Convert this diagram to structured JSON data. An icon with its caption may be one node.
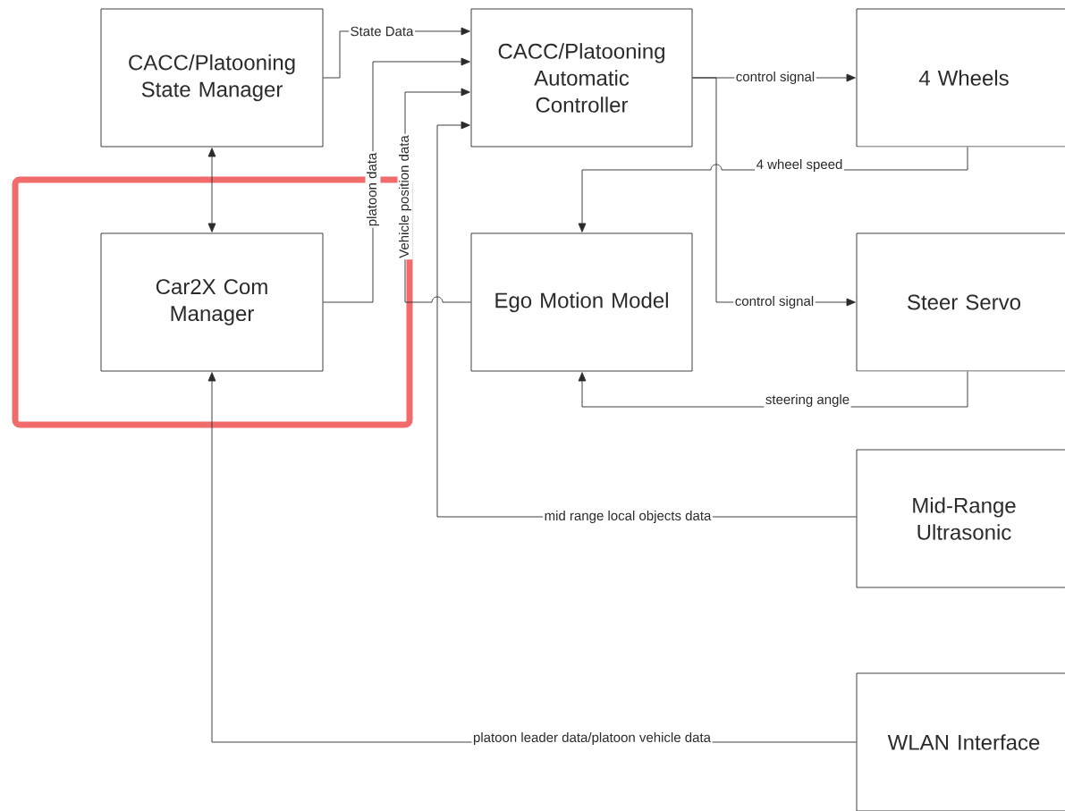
{
  "diagram": {
    "nodes": [
      {
        "text": [
          "CACC/Platooning State Manager"
        ]
      },
      {
        "text": [
          "CACC/Platooning Automatic Controller"
        ]
      },
      {
        "text": [
          "4 Wheels"
        ]
      },
      {
        "text": [
          "Car2X Com Manager"
        ]
      },
      {
        "text": [
          "Ego Motion Model"
        ]
      },
      {
        "text": [
          "Steer Servo"
        ]
      },
      {
        "text": [
          "Mid-Range Ultrasonic"
        ]
      },
      {
        "text": [
          "WLAN Interface"
        ]
      }
    ],
    "edges": [
      {
        "from": 0,
        "to": 1,
        "arrow": "to",
        "label": "State Data"
      },
      {
        "from": 3,
        "to": 1,
        "arrow": "to",
        "label": "platoon data"
      },
      {
        "from": 4,
        "to": 1,
        "arrow": "to",
        "label": "Vehicle position data"
      },
      {
        "from": 6,
        "to": 1,
        "arrow": "to",
        "label": "mid range local objects data"
      },
      {
        "from": 1,
        "to": 2,
        "arrow": "to",
        "label": "control signal"
      },
      {
        "from": 1,
        "to": 5,
        "arrow": "to",
        "label": "control signal"
      },
      {
        "from": 2,
        "to": 4,
        "arrow": "to",
        "label": "4 wheel speed"
      },
      {
        "from": 5,
        "to": 4,
        "arrow": "to",
        "label": "steering angle"
      },
      {
        "from": 0,
        "to": 3,
        "arrow": "both"
      },
      {
        "from": 7,
        "to": 3,
        "arrow": "to",
        "label": "platoon leader data/platoon vehicle data"
      }
    ]
  }
}
